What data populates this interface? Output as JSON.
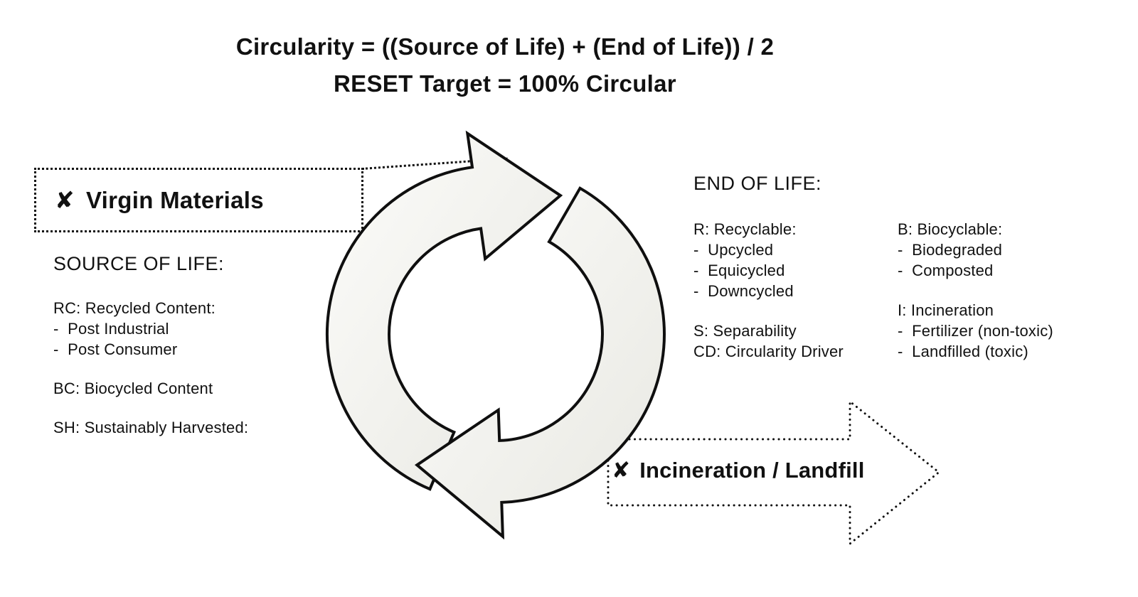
{
  "title": {
    "line1": "Circularity = ((Source of Life) + (End of Life)) / 2",
    "line2": "RESET Target = 100% Circular"
  },
  "virgin_materials": {
    "cross": "✘",
    "label": "Virgin Materials"
  },
  "incineration_landfill": {
    "cross": "✘",
    "label": "Incineration / Landfill"
  },
  "source_of_life": {
    "heading": "SOURCE OF LIFE:",
    "block1": [
      "RC: Recycled Content:",
      "-  Post Industrial",
      "-  Post Consumer"
    ],
    "block2": [
      "BC: Biocycled Content"
    ],
    "block3": [
      "SH: Sustainably Harvested:"
    ]
  },
  "end_of_life": {
    "heading": "END OF LIFE:",
    "col1": {
      "block1": [
        "R: Recyclable:",
        "-  Upcycled",
        "-  Equicycled",
        "-  Downcycled"
      ],
      "block2": [
        "S: Separability",
        "CD: Circularity Driver"
      ]
    },
    "col2": {
      "block1": [
        "B: Biocyclable:",
        "-  Biodegraded",
        "-  Composted"
      ],
      "block2": [
        "I: Incineration",
        "-  Fertilizer (non-toxic)",
        "-  Landfilled (toxic)"
      ]
    }
  },
  "colors": {
    "ink": "#111111",
    "arrow_fill_light": "#fcfcfa",
    "arrow_fill_dark": "#e8e8e2"
  }
}
